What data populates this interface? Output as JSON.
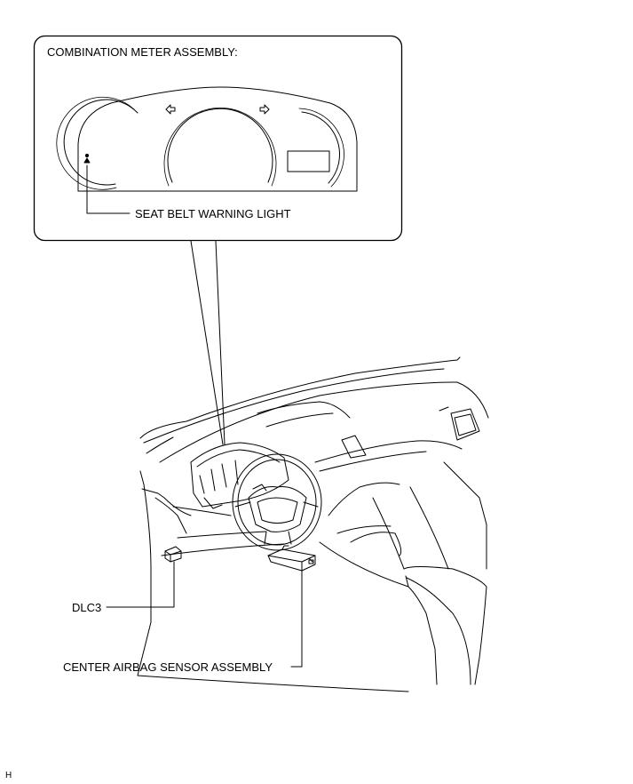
{
  "callout": {
    "title": "COMBINATION METER ASSEMBLY:",
    "seat_belt_label": "SEAT BELT WARNING LIGHT"
  },
  "labels": {
    "dlc3": "DLC3",
    "airbag_sensor": "CENTER AIRBAG SENSOR ASSEMBLY"
  },
  "corner_mark": "H"
}
